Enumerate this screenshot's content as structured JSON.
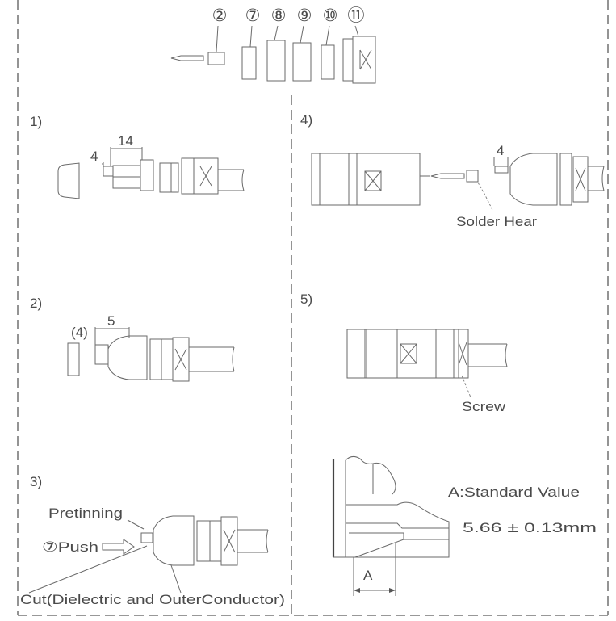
{
  "parts": {
    "p2": "②",
    "p7": "⑦",
    "p8": "⑧",
    "p9": "⑨",
    "p10": "⑩",
    "p11": "⑪"
  },
  "step1": {
    "label": "1)",
    "dim_length": "14",
    "dim_pin": "4"
  },
  "step2": {
    "label": "2)",
    "dim_gap": "(4)",
    "dim_length": "5"
  },
  "step3": {
    "label": "3)",
    "pretinning": "Pretinning",
    "push": "⑦Push",
    "cut": "Cut(Dielectric and OuterConductor)"
  },
  "step4": {
    "label": "4)",
    "dim_length": "4",
    "solder": "Solder Hear"
  },
  "step5": {
    "label": "5)",
    "screw": "Screw"
  },
  "standard": {
    "title": "A:Standard Value",
    "value": "5.66 ± 0.13mm",
    "dim_label": "A"
  }
}
